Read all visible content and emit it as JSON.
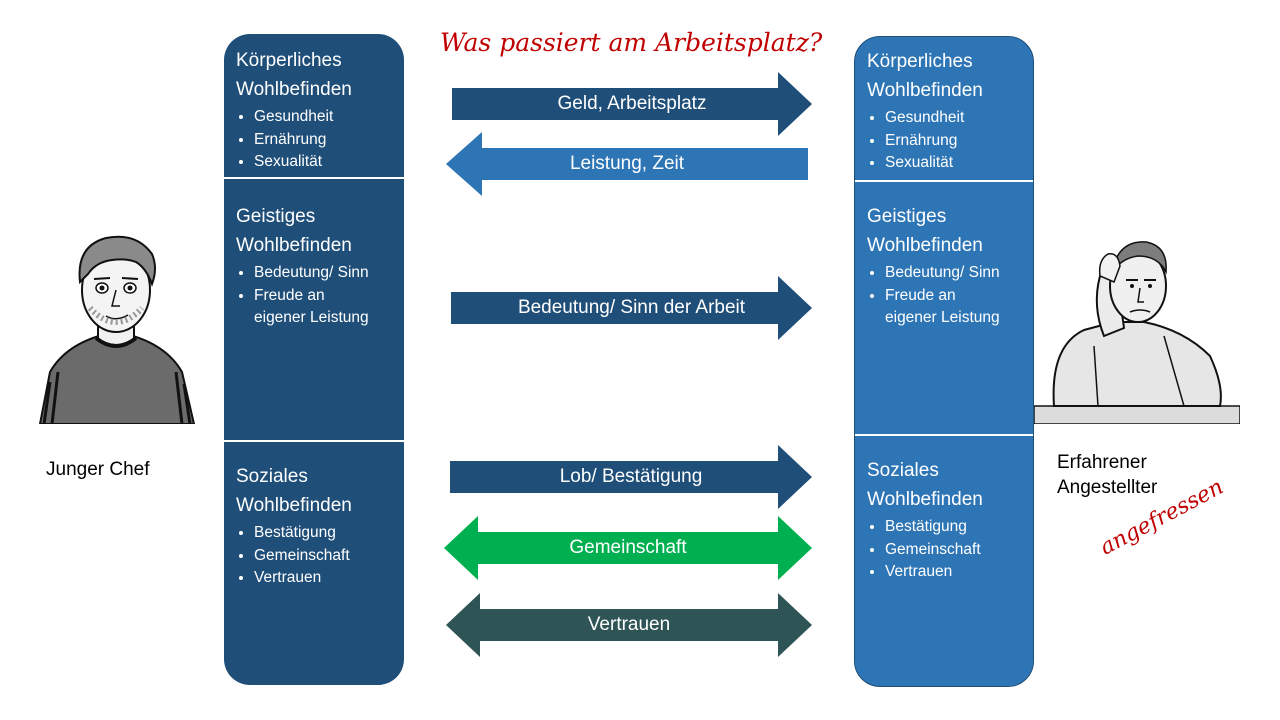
{
  "title": "Was passiert am Arbeitsplatz?",
  "left_pillar": {
    "sections": [
      {
        "head": [
          "Körperliches",
          "Wohlbefinden"
        ],
        "items": [
          "Gesundheit",
          "Ernährung",
          "Sexualität"
        ]
      },
      {
        "head": [
          "Geistiges",
          "Wohlbefinden"
        ],
        "items": [
          "Bedeutung/ Sinn",
          "Freude an",
          "eigener Leistung"
        ]
      },
      {
        "head": [
          "Soziales",
          "Wohlbefinden"
        ],
        "items": [
          "Bestätigung",
          "Gemeinschaft",
          "Vertrauen"
        ]
      }
    ]
  },
  "right_pillar": {
    "sections": [
      {
        "head": [
          "Körperliches",
          "Wohlbefinden"
        ],
        "items": [
          "Gesundheit",
          "Ernährung",
          "Sexualität"
        ]
      },
      {
        "head": [
          "Geistiges",
          "Wohlbefinden"
        ],
        "items": [
          "Bedeutung/ Sinn",
          "Freude an",
          "eigener Leistung"
        ]
      },
      {
        "head": [
          "Soziales",
          "Wohlbefinden"
        ],
        "items": [
          "Bestätigung",
          "Gemeinschaft",
          "Vertrauen"
        ]
      }
    ]
  },
  "arrows": [
    {
      "label": "Geld, Arbeitsplatz",
      "direction": "right",
      "color": "#1f4e79"
    },
    {
      "label": "Leistung, Zeit",
      "direction": "left",
      "color": "#2e75b6"
    },
    {
      "label": "Bedeutung/ Sinn der Arbeit",
      "direction": "right",
      "color": "#1f4e79"
    },
    {
      "label": "Lob/ Bestätigung",
      "direction": "right",
      "color": "#1f4e79"
    },
    {
      "label": "Gemeinschaft",
      "direction": "both",
      "color": "#00b050"
    },
    {
      "label": "Vertrauen",
      "direction": "both",
      "color": "#2f5455"
    }
  ],
  "left_person": {
    "label": "Junger Chef"
  },
  "right_person": {
    "label_line1": "Erfahrener",
    "label_line2": "Angestellter",
    "stamp": "angefressen"
  }
}
